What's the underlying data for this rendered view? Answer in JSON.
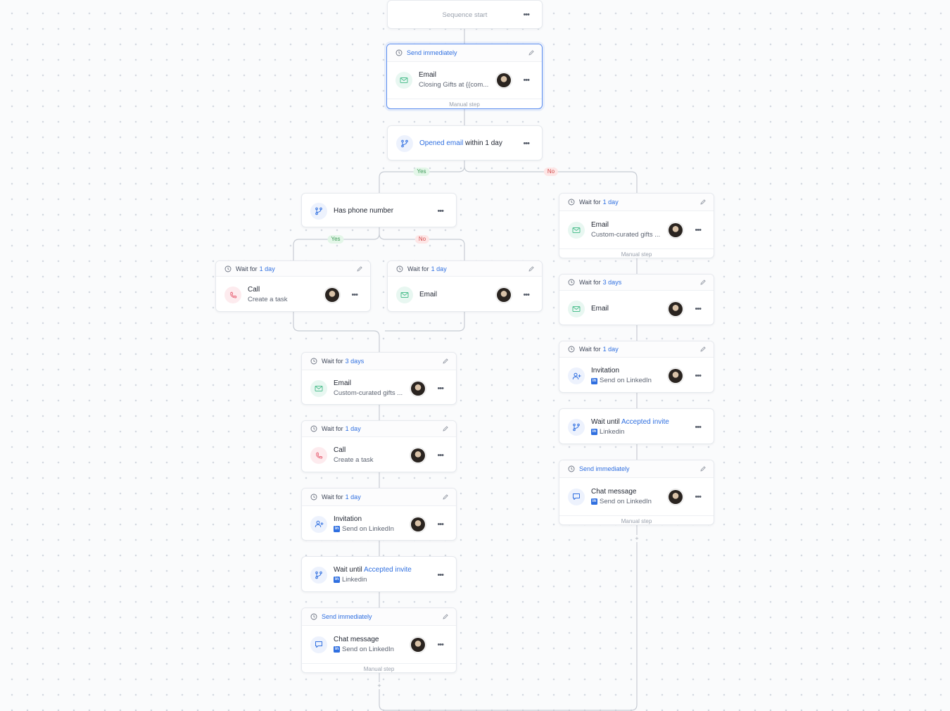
{
  "start": {
    "label": "Sequence start"
  },
  "nodes": {
    "n1": {
      "header_hl": "Send immediately",
      "title": "Email",
      "sub": "Closing Gifts at {{com...",
      "footer": "Manual step"
    },
    "cond1": {
      "title_hl": "Opened email",
      "title_rest": "within 1 day"
    },
    "yes1": "Yes",
    "no1": "No",
    "cond2": {
      "title": "Has phone number"
    },
    "yes2": "Yes",
    "no2": "No",
    "l1": {
      "header_a": "Wait for",
      "header_b": "1 day",
      "title": "Call",
      "sub": "Create a task"
    },
    "l2": {
      "header_a": "Wait for",
      "header_b": "1 day",
      "title": "Email"
    },
    "l3": {
      "header_a": "Wait for",
      "header_b": "3 days",
      "title": "Email",
      "sub": "Custom-curated gifts ..."
    },
    "l4": {
      "header_a": "Wait for",
      "header_b": "1 day",
      "title": "Call",
      "sub": "Create a task"
    },
    "l5": {
      "header_a": "Wait for",
      "header_b": "1 day",
      "title": "Invitation",
      "sub": "Send on LinkedIn"
    },
    "l6": {
      "title_a": "Wait until",
      "title_hl": "Accepted invite",
      "sub": "Linkedin"
    },
    "l7": {
      "header_hl": "Send immediately",
      "title": "Chat message",
      "sub": "Send on LinkedIn",
      "footer": "Manual step"
    },
    "r1": {
      "header_a": "Wait for",
      "header_b": "1 day",
      "title": "Email",
      "sub": "Custom-curated gifts ...",
      "footer": "Manual step"
    },
    "r2": {
      "header_a": "Wait for",
      "header_b": "3 days",
      "title": "Email"
    },
    "r3": {
      "header_a": "Wait for",
      "header_b": "1 day",
      "title": "Invitation",
      "sub": "Send on LinkedIn"
    },
    "r4": {
      "title_a": "Wait until",
      "title_hl": "Accepted invite",
      "sub": "Linkedin"
    },
    "r5": {
      "header_hl": "Send immediately",
      "title": "Chat message",
      "sub": "Send on LinkedIn",
      "footer": "Manual step"
    }
  },
  "icons": {
    "more": "•••",
    "plus": "+",
    "linkedin": "in"
  },
  "colors": {
    "accent": "#2f6fe0",
    "selected_border": "#5b8def",
    "email_icon": "#4fbf8f",
    "call_icon": "#e5566a",
    "connector": "#c7ccd4",
    "yes": "#3e9b58",
    "no": "#d24b4b"
  }
}
